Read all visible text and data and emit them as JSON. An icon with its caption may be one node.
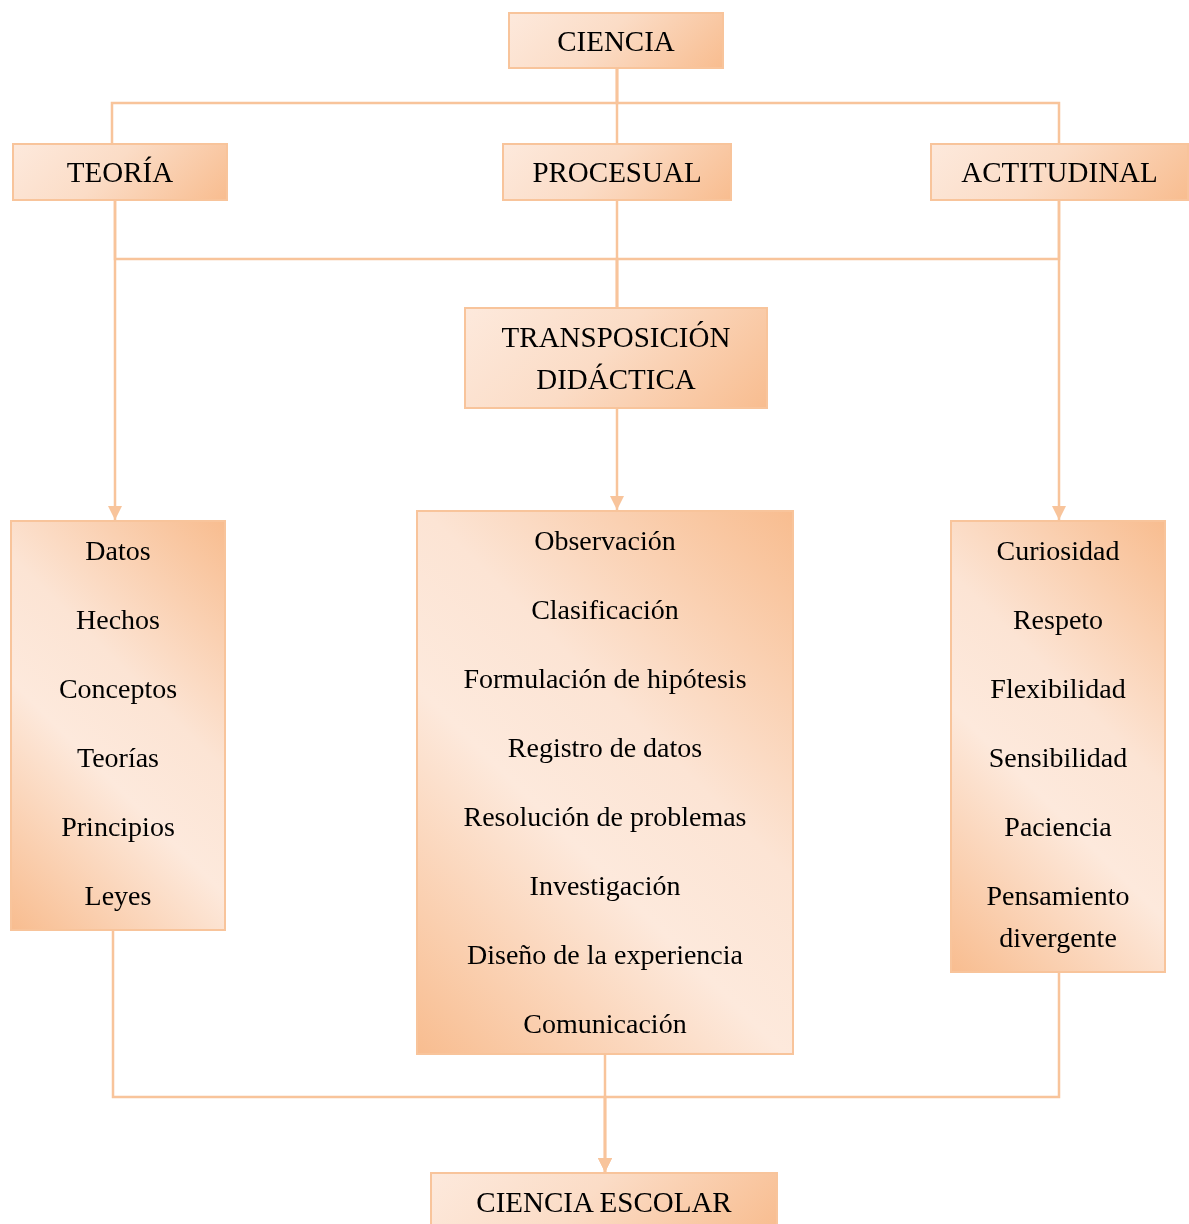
{
  "diagram": {
    "nodes": [
      {
        "text": [
          "CIENCIA"
        ]
      },
      {
        "text": [
          "TEORÍA"
        ]
      },
      {
        "text": [
          "PROCESUAL"
        ]
      },
      {
        "text": [
          "ACTITUDINAL"
        ]
      },
      {
        "text": [
          "TRANSPOSICIÓN DIDÁCTICA"
        ]
      },
      {
        "text": [
          "Datos",
          "Hechos",
          "Conceptos",
          "Teorías",
          "Principios",
          "Leyes"
        ]
      },
      {
        "text": [
          "Observación",
          "Clasificación",
          "Formulación de hipótesis",
          "Registro de datos",
          "Resolución de problemas",
          "Investigación",
          "Diseño de la experiencia",
          "Comunicación"
        ]
      },
      {
        "text": [
          "Curiosidad",
          "Respeto",
          "Flexibilidad",
          "Sensibilidad",
          "Paciencia",
          "Pensamiento divergente"
        ]
      },
      {
        "text": [
          "CIENCIA ESCOLAR"
        ]
      }
    ],
    "edges": [
      {
        "from": 0,
        "to": 1,
        "arrow": "none"
      },
      {
        "from": 0,
        "to": 2,
        "arrow": "none"
      },
      {
        "from": 0,
        "to": 3,
        "arrow": "none"
      },
      {
        "from": 1,
        "to": 4,
        "arrow": "none"
      },
      {
        "from": 2,
        "to": 4,
        "arrow": "none"
      },
      {
        "from": 3,
        "to": 4,
        "arrow": "none"
      },
      {
        "from": 1,
        "to": 5,
        "arrow": "to"
      },
      {
        "from": 3,
        "to": 7,
        "arrow": "to"
      },
      {
        "from": 4,
        "to": 6,
        "arrow": "to"
      },
      {
        "from": 5,
        "to": 8,
        "arrow": "to"
      },
      {
        "from": 6,
        "to": 8,
        "arrow": "to"
      },
      {
        "from": 7,
        "to": 8,
        "arrow": "to"
      }
    ]
  }
}
